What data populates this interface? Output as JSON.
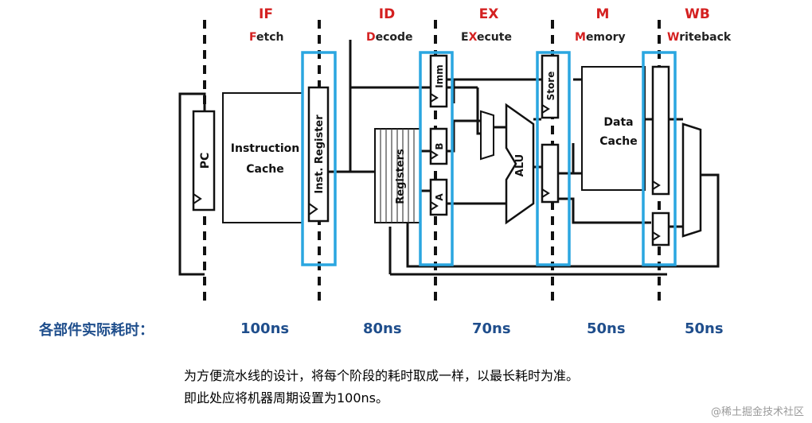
{
  "stages": [
    {
      "abbr": "IF",
      "first": "F",
      "rest": "etch"
    },
    {
      "abbr": "ID",
      "first": "D",
      "rest": "ecode"
    },
    {
      "abbr": "EX",
      "first": "",
      "rest": "E",
      "red2": "X",
      "rest2": "ecute"
    },
    {
      "abbr": "M",
      "first": "M",
      "rest": "emory"
    },
    {
      "abbr": "WB",
      "first": "W",
      "rest": "riteback"
    }
  ],
  "blocks": {
    "pc": "PC",
    "icache": [
      "Instruction",
      "Cache"
    ],
    "inst_reg": "Inst. Register",
    "registers": "Registers",
    "imm": "Imm",
    "b": "B",
    "a": "A",
    "alu": "ALU",
    "store": "Store",
    "dcache": [
      "Data",
      "Cache"
    ]
  },
  "timing": {
    "label": "各部件实际耗时：",
    "values": [
      "100ns",
      "80ns",
      "70ns",
      "50ns",
      "50ns"
    ]
  },
  "notes": [
    "为方便流水线的设计，将每个阶段的耗时取成一样，以最长耗时为准。",
    "即此处应将机器周期设置为100ns。"
  ],
  "watermark": "@稀土掘金技术社区",
  "colors": {
    "stage": "#d42020",
    "highlight": "#2aa6e0",
    "timing": "#1f4e8c"
  }
}
